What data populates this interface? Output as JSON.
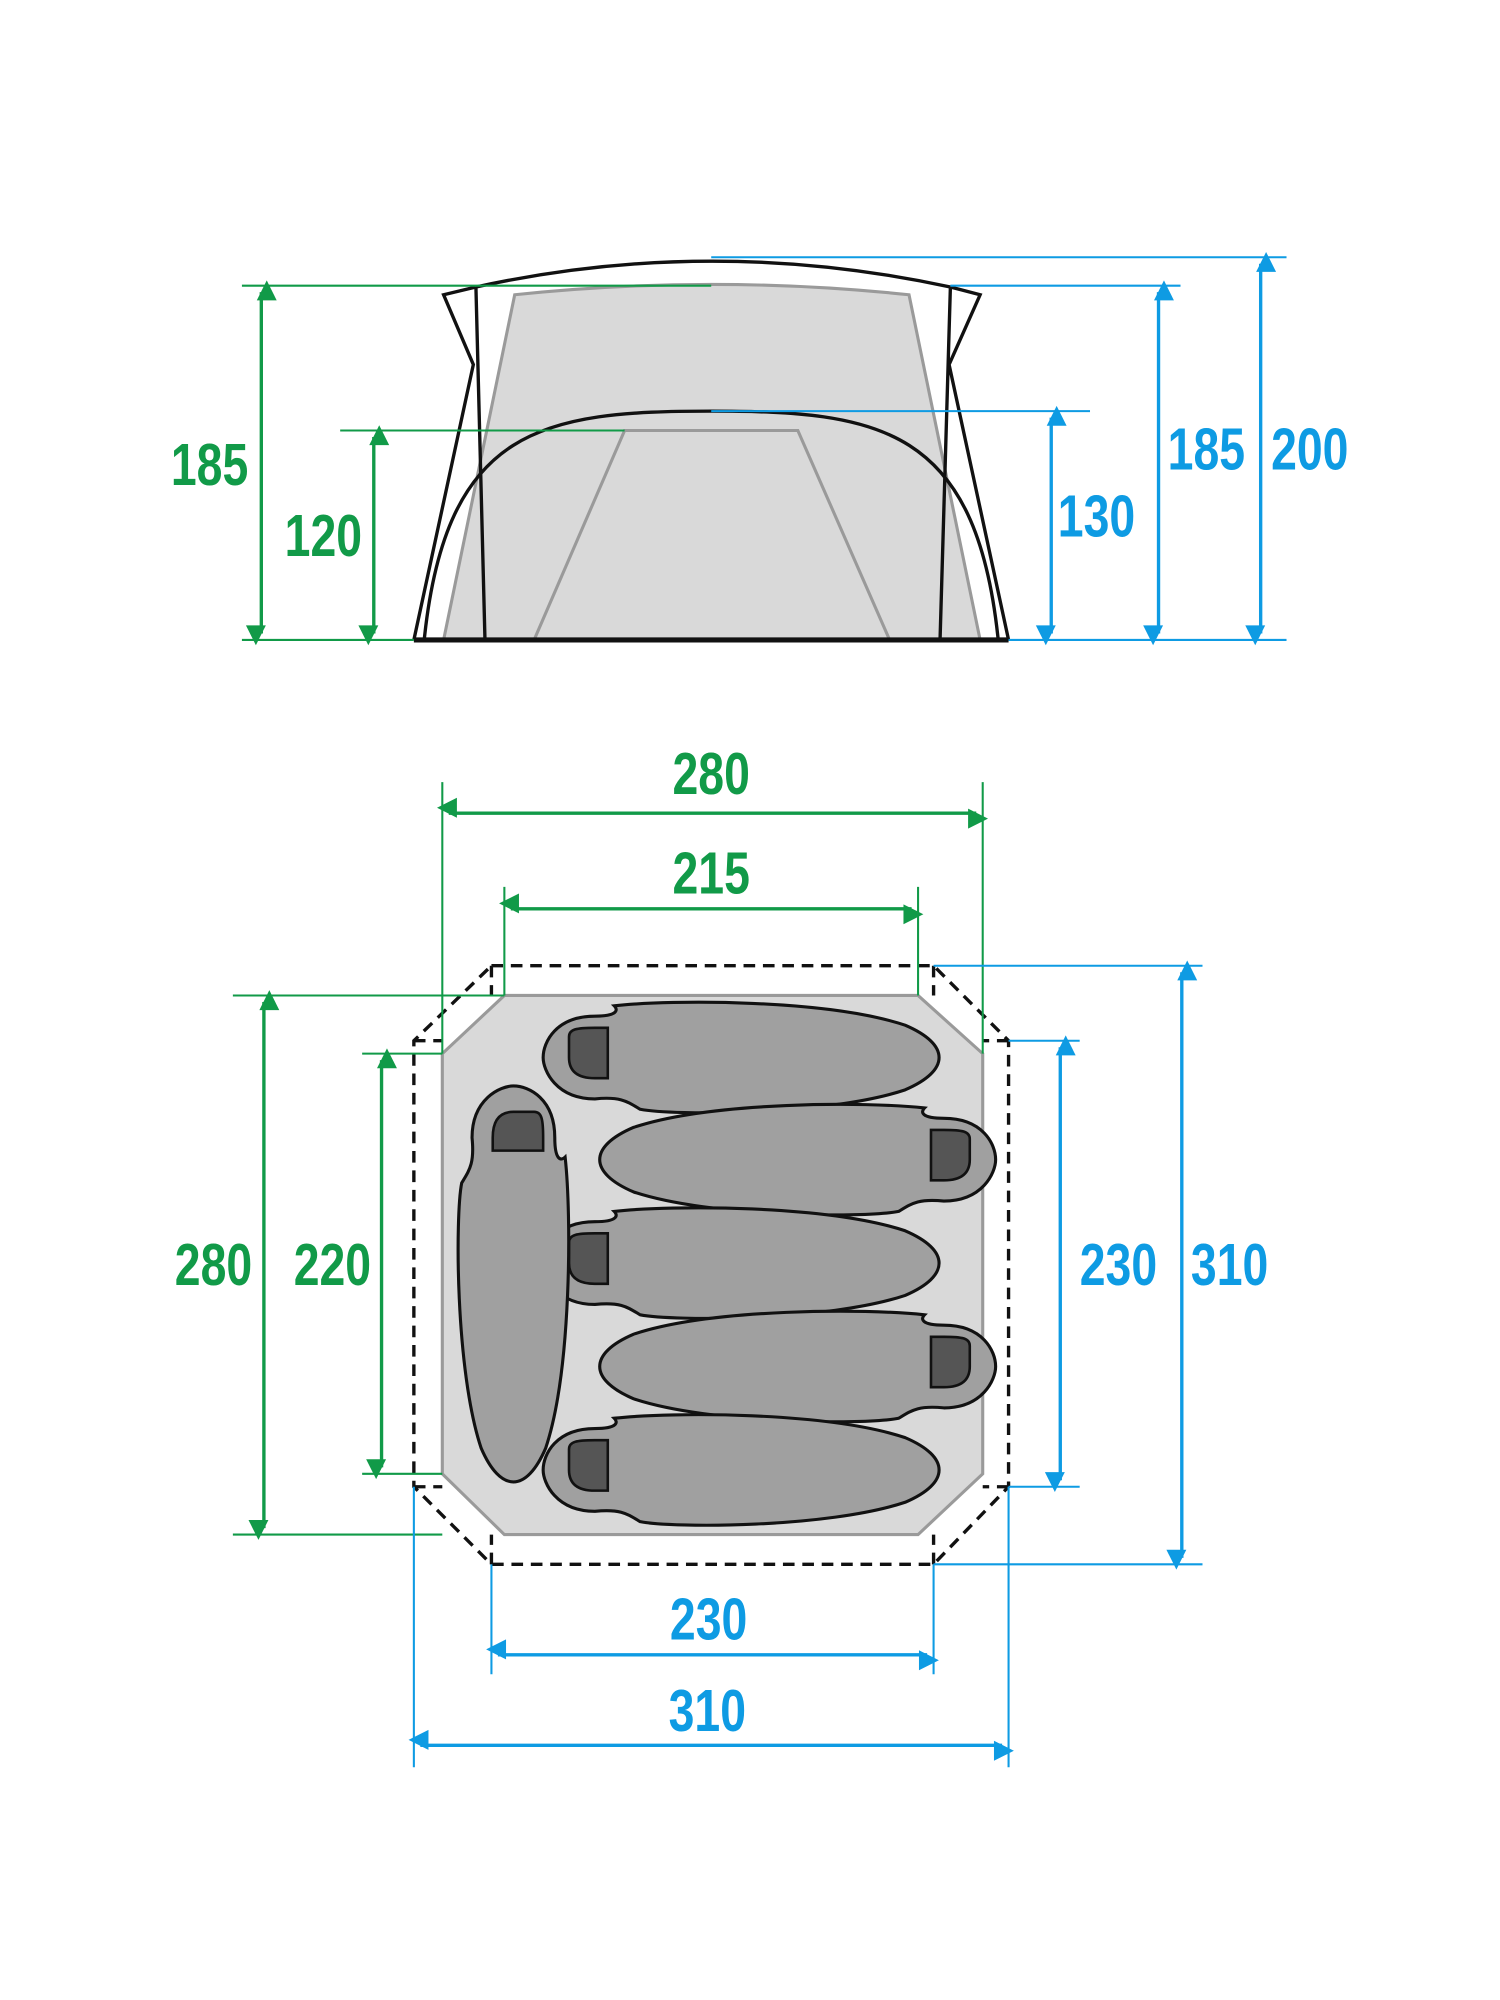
{
  "side_view": {
    "height_left": "185",
    "door_height_inner": "120",
    "door_height_outer": "130",
    "height_right": "185",
    "total_height": "200"
  },
  "floor_plan": {
    "outer_width_top": "280",
    "inner_width_top": "215",
    "outer_depth_left": "280",
    "inner_depth_left": "220",
    "inner_depth_right": "230",
    "outer_depth_right": "310",
    "inner_width_bottom": "230",
    "outer_width_bottom": "310"
  },
  "colors": {
    "green": "#119a48",
    "blue": "#0e9be3",
    "tent_fill": "#d9d9d9",
    "bag_fill": "#a0a0a0",
    "bag_head": "#555555"
  }
}
